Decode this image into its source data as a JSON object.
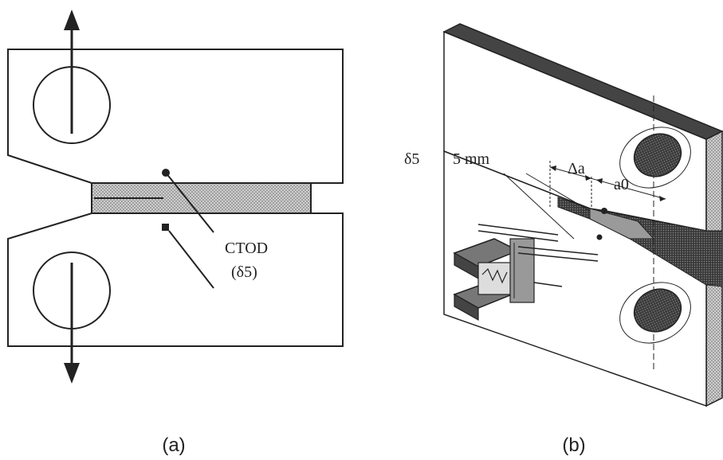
{
  "panel_a": {
    "caption": "(a)",
    "ctod_label": "CTOD",
    "ctod_symbol": "(δ5)"
  },
  "panel_b": {
    "caption": "(b)",
    "delta5_label": "δ5",
    "gauge_length_label": "5 mm",
    "crack_extension_label": "Δa",
    "initial_crack_label": "a0"
  },
  "colors": {
    "line": "#222222",
    "hatch_fill": "#b8b8b8",
    "dark_fill": "#3a3a3a",
    "mid_fill": "#9a9a9a"
  }
}
